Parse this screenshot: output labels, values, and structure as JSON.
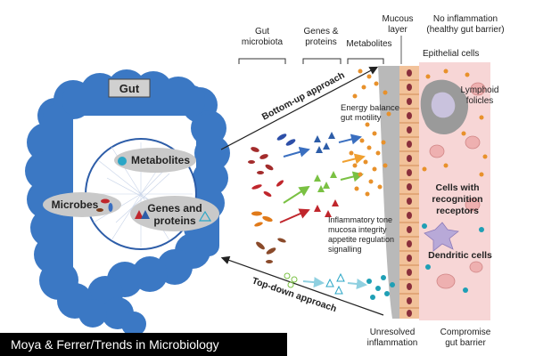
{
  "labels": {
    "gut": "Gut",
    "metabolites_node": "Metabolites",
    "microbes_node": "Microbes",
    "genes_node_line1": "Genes and",
    "genes_node_line2": "proteins",
    "col_microbiota_1": "Gut",
    "col_microbiota_2": "microbiota",
    "col_genes_1": "Genes &",
    "col_genes_2": "proteins",
    "col_metabolites": "Metabolites",
    "mucous_1": "Mucous",
    "mucous_2": "layer",
    "no_inflammation_1": "No inflammation",
    "no_inflammation_2": "(healthy gut barrier)",
    "epithelial": "Epithelial cells",
    "lymphoid_1": "Lymphoid",
    "lymphoid_2": "folicles",
    "bottom_up": "Bottom-up approach",
    "top_down": "Top-down approach",
    "energy_1": "Energy balance",
    "energy_2": "gut motility",
    "inflam_1": "Inflammatory tone",
    "inflam_2": "mucosa integrity",
    "inflam_3": "appetite regulation",
    "inflam_4": "signalling",
    "recog_1": "Cells with",
    "recog_2": "recognition",
    "recog_3": "receptors",
    "dendritic": "Dendritic cells",
    "unresolved_1": "Unresolved",
    "unresolved_2": "inflammation",
    "compromise_1": "Compromise",
    "compromise_2": "gut barrier"
  },
  "caption": "Moya & Ferrer/Trends in Microbiology",
  "colors": {
    "gut": "#3b78c4",
    "node": "#c9c9c9",
    "tissue": "#f7d6d6",
    "epithelium": "#f2c29a",
    "mucus": "#b9b9b9",
    "metabolite_dot": "#e8912b",
    "arrow_blue": "#3a6fc0",
    "arrow_green": "#7ac143",
    "arrow_red": "#c0262c",
    "arrow_orange": "#f0a030",
    "arrow_cyan": "#8fd0e0"
  }
}
